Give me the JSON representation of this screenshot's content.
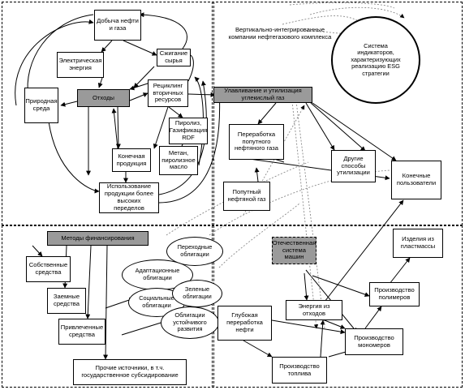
{
  "top_left": {
    "oil_gas": "Добыча нефти и газа",
    "electric": "Электрическая энергия",
    "burn": "Сжигание сырья",
    "nature": "Природная среда",
    "waste": "Отходы",
    "recycle": "Рециклинг вторичных ресурсов",
    "pyrolysis": "Пиролиз, Газификация RDF",
    "final_prod": "Конечная продукция",
    "methane": "Метан, пиролизное масло",
    "use_prod": "Использование продукции более высоких переделов"
  },
  "top_right": {
    "vertical": "Вертикально-интегрированные компании нефтегазового комплекса",
    "esg": "Система индикаторов, характеризующих реализацию ESG стратегии",
    "capture": "Улавливание и утилизация углекислый газ",
    "assoc_proc": "Переработка попутного нефтяного газа",
    "other_ways": "Другие способы утилизации",
    "assoc_gas": "Попутный нефтяной газ",
    "end_users": "Конечные пользователи"
  },
  "bottom_left": {
    "methods": "Методы финансирования",
    "own": "Собственные средства",
    "borrowed": "Заемные средства",
    "attracted": "Привлеченные средства",
    "other_sources": "Прочие источники, в т.ч. государственное субсидирование",
    "transition": "Переходные облигации",
    "adaptation": "Адаптационные облигации",
    "social": "Социальные облигации",
    "green": "Зеленые облигации",
    "sustainable": "Облигации устойчивого развития"
  },
  "bottom_right": {
    "domestic": "Отечественная система машин",
    "plastics": "Изделия из пластмассы",
    "polymers": "Производство полимеров",
    "deep": "Глубокая переработка нефти",
    "energy_waste": "Энергия из отходов",
    "monomers": "Производство мономеров",
    "fuel": "Производство топлива"
  }
}
